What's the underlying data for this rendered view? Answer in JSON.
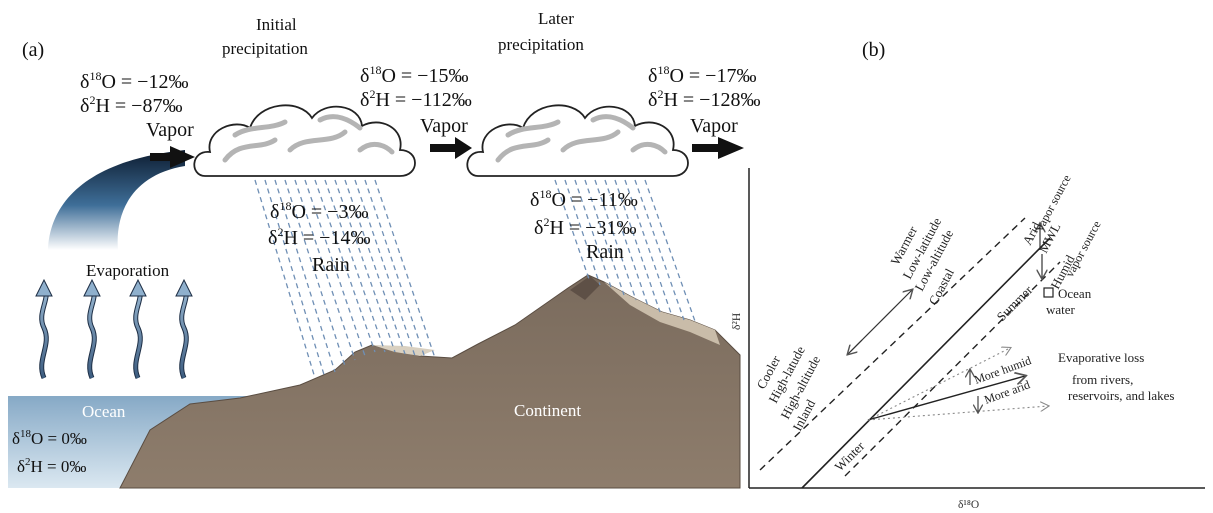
{
  "panel_a": {
    "label": "(a)",
    "initial_precipitation": [
      "Initial",
      "precipitation"
    ],
    "later_precipitation": [
      "Later",
      "precipitation"
    ],
    "vapor_1": {
      "o18": "−12‰",
      "h2": "−87‰",
      "label": "Vapor"
    },
    "vapor_2": {
      "o18": "−15‰",
      "h2": "−112‰",
      "label": "Vapor"
    },
    "vapor_3": {
      "o18": "−17‰",
      "h2": "−128‰",
      "label": "Vapor"
    },
    "rain_1": {
      "o18": "−3‰",
      "h2": "−14‰",
      "label": "Rain"
    },
    "rain_2": {
      "o18": "−11‰",
      "h2": "−31‰",
      "label": "Rain"
    },
    "evaporation": "Evaporation",
    "ocean": {
      "label": "Ocean",
      "o18": "0‰",
      "h2": "0‰"
    },
    "continent": "Continent",
    "o18_symbol": {
      "delta": "δ",
      "mass": "18",
      "element": "O = "
    },
    "h2_symbol": {
      "delta": "δ",
      "mass": "2",
      "element": "H = "
    }
  },
  "panel_b": {
    "label": "(b)",
    "y_axis_label": "δ²H",
    "x_axis_label": "δ¹⁸O",
    "arid_vapor_source": [
      "Arid",
      "vapor source"
    ],
    "mwl": "MWL",
    "humid_vapor_source": [
      "Humid",
      "vapor source"
    ],
    "ocean_water": [
      "Ocean",
      "water"
    ],
    "summer": "Summer",
    "winter": "Winter",
    "warm_list": [
      "Warmer",
      "Low-latitude",
      "Low-altitude",
      "Coastal"
    ],
    "cool_list": [
      "Cooler",
      "High-latude",
      "High-altitude",
      "Inland"
    ],
    "more_humid": "More humid",
    "more_arid": "More arid",
    "evaporative_loss": [
      "Evaporative loss",
      "from rivers,",
      "reservoirs, and lakes"
    ]
  }
}
